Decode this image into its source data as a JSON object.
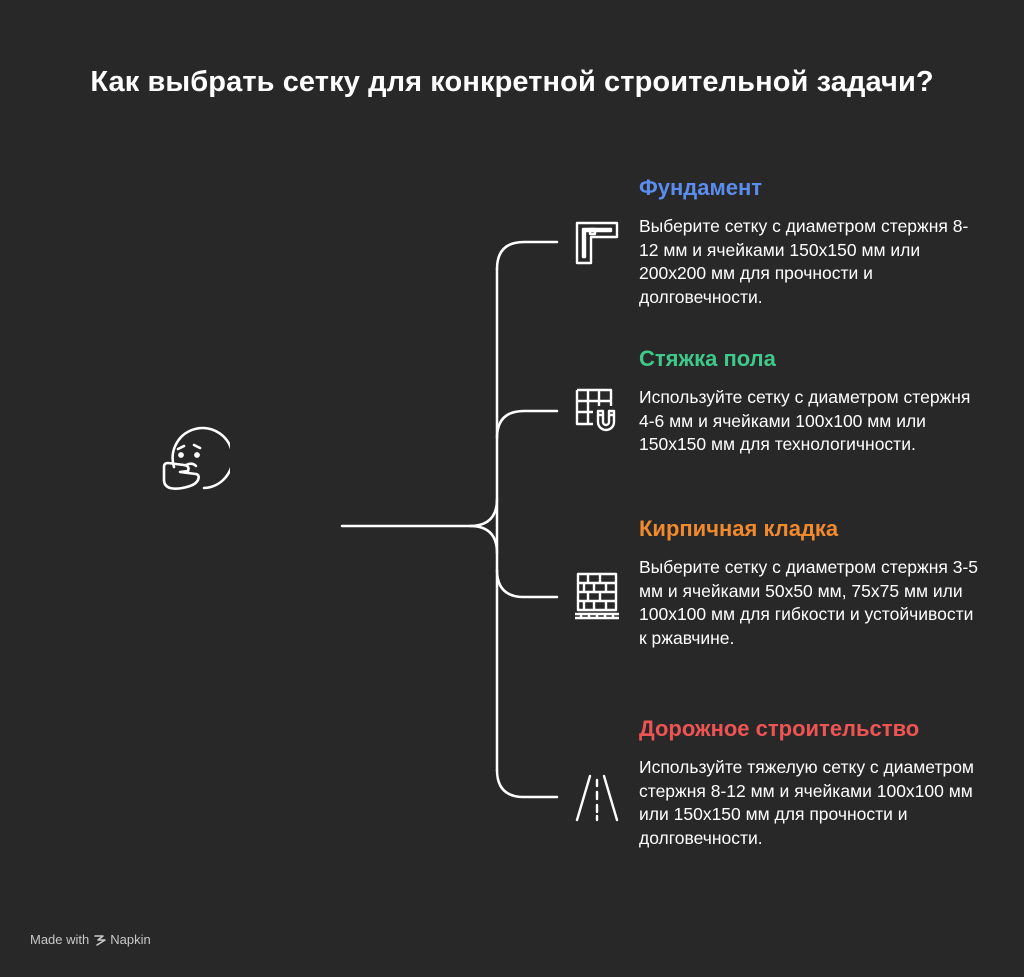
{
  "title": "Как выбрать сетку для конкретной строительной задачи?",
  "branches": [
    {
      "title": "Фундамент",
      "color": "#5b8def",
      "icon": "foundation-corner-icon",
      "description": "Выберите сетку с диаметром стержня 8-12 мм и ячейками 150x150 мм или 200x200 мм для прочности и долговечности."
    },
    {
      "title": "Стяжка пола",
      "color": "#3ec98a",
      "icon": "grid-magnet-icon",
      "description": "Используйте сетку с диаметром стержня 4-6 мм и ячейками 100x100 мм или 150x150 мм для технологичности."
    },
    {
      "title": "Кирпичная кладка",
      "color": "#f08a2c",
      "icon": "brick-wall-icon",
      "description": "Выберите сетку с диаметром стержня 3-5 мм и ячейками 50x50 мм, 75x75 мм или 100x100 мм для гибкости и устойчивости к ржавчине."
    },
    {
      "title": "Дорожное строительство",
      "color": "#ef5454",
      "icon": "road-icon",
      "description": "Используйте тяжелую сетку с диаметром стержня 8-12 мм и ячейками 100x100 мм или 150x150 мм для прочности и долговечности."
    }
  ],
  "root_icon": "thinking-face-icon",
  "footer": {
    "made_with": "Made with",
    "brand": "Napkin"
  }
}
